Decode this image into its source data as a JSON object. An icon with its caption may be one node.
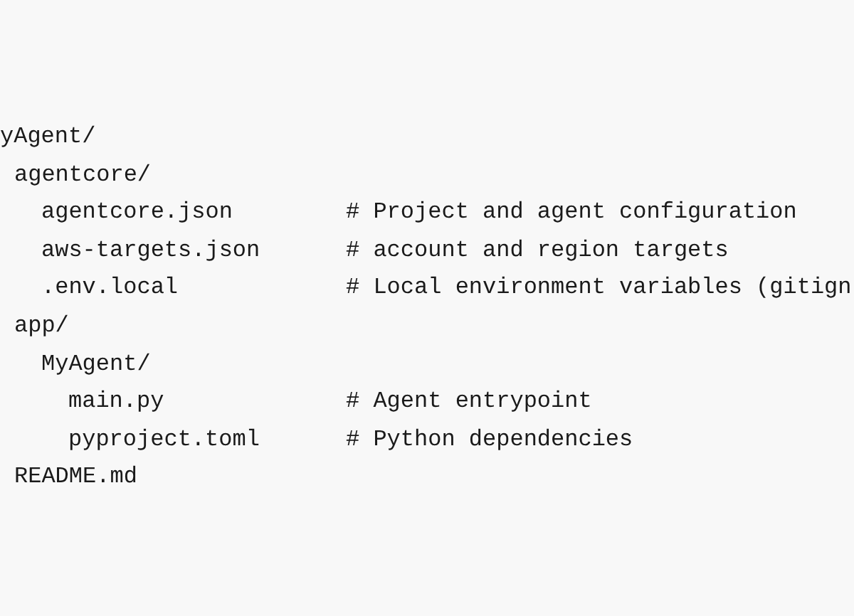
{
  "diagram": {
    "labels": [
      "yAgent/",
      "agentcore/",
      "agentcore.json",
      "# Project and agent configuration",
      "aws-targets.json",
      "# account and region targets",
      ".env.local",
      "# Local environment variables (gitign",
      "app/",
      "MyAgent/",
      "main.py",
      "# Agent entrypoint",
      "pyproject.toml",
      "# Python dependencies",
      "README.md"
    ]
  }
}
